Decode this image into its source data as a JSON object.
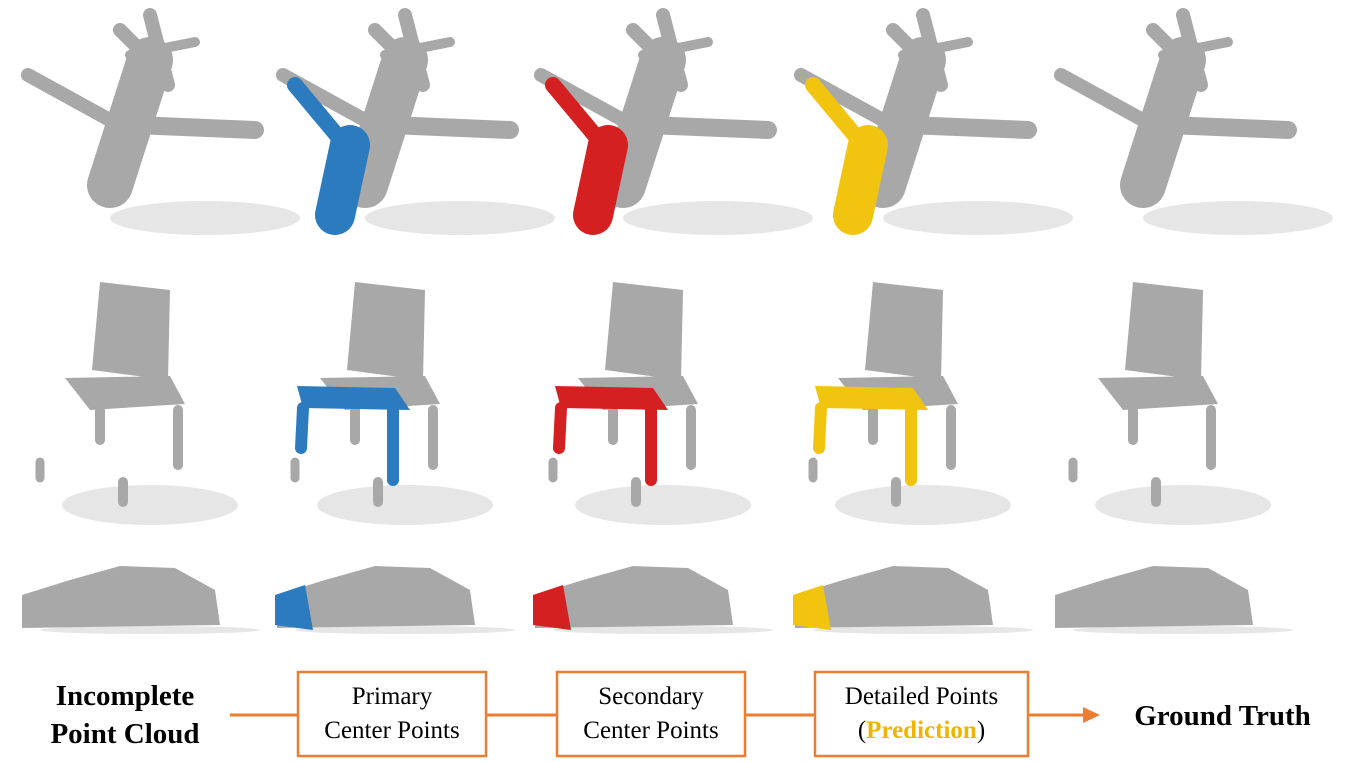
{
  "rows": [
    {
      "name": "airplane"
    },
    {
      "name": "chair"
    },
    {
      "name": "car"
    }
  ],
  "stages": [
    {
      "id": "incomplete",
      "color": "#a8a8a8"
    },
    {
      "id": "primary",
      "color": "#2c7bbf"
    },
    {
      "id": "secondary",
      "color": "#d42020"
    },
    {
      "id": "detailed",
      "color": "#f1c40f"
    },
    {
      "id": "ground-truth",
      "color": "#a8a8a8"
    }
  ],
  "colors": {
    "cloud_gray": "#a8a8a8",
    "shadow": "#e6e6e6",
    "arrow_orange": "#ed7d31",
    "box_border": "#ed7d31",
    "prediction_text": "#f0b400"
  },
  "flow": {
    "incomplete_line1": "Incomplete",
    "incomplete_line2": "Point Cloud",
    "primary_line1": "Primary",
    "primary_line2": "Center Points",
    "secondary_line1": "Secondary",
    "secondary_line2": "Center Points",
    "detailed_line1": "Detailed Points",
    "detailed_open": "(",
    "detailed_pred": "Prediction",
    "detailed_close": ")",
    "ground_truth": "Ground Truth"
  }
}
